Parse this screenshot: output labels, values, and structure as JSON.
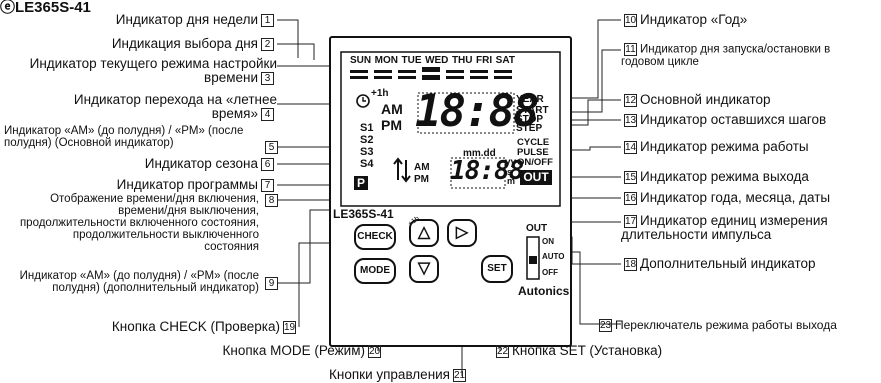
{
  "heading": "ⓔLE365S-41",
  "device": {
    "days": [
      "SUN",
      "MON",
      "TUE",
      "WED",
      "THU",
      "FRI",
      "SAT"
    ],
    "model": "LE365S-41",
    "main_digits": "18:88",
    "sub_digits": "18:88",
    "mmdd": "mm.dd",
    "plus1h": "+1h",
    "am": "AM",
    "pm": "PM",
    "seasons": [
      "S1",
      "S2",
      "S3",
      "S4"
    ],
    "year": "YEAR",
    "start": "START",
    "stop": "STOP",
    "step": "STEP",
    "cycle": "CYCLE",
    "pulse": "PULSE",
    "onoff": "ON/OFF",
    "out_badge": "OUT",
    "prog": "P",
    "yy": "yy",
    "s": "s",
    "m": "m",
    "btn_check": "CHECK",
    "btn_mode": "MODE",
    "btn_set": "SET",
    "btn_up": "△",
    "btn_right": "▷",
    "btn_down": "▽",
    "up_small": "+1h",
    "switch_title": "OUT",
    "switch_on": "ON",
    "switch_auto": "AUTO",
    "switch_off": "OFF",
    "brand": "Autonics"
  },
  "labels_left": [
    {
      "n": "1",
      "text": "Индикатор дня недели"
    },
    {
      "n": "2",
      "text": "Индикация выбора дня"
    },
    {
      "n": "3",
      "text": "Индикатор текущего режима настройки времени"
    },
    {
      "n": "4",
      "text": "Индикатор перехода на «летнее время»"
    },
    {
      "n": "5",
      "text": "Индикатор «AM» (до полудня) / «PM» (после полудня) (Основной индикатор)"
    },
    {
      "n": "6",
      "text": "Индикатор сезона"
    },
    {
      "n": "7",
      "text": "Индикатор программы"
    },
    {
      "n": "8",
      "text": "Отображение времени/дня включения, времени/дня выключения, продолжительности включенного состояния, продолжительности выключенного состояния"
    },
    {
      "n": "9",
      "text": "Индикатор «AM» (до полудня) / «PM» (после полудня) (дополнительный индикатор)"
    }
  ],
  "labels_right": [
    {
      "n": "10",
      "text": "Индикатор «Год»"
    },
    {
      "n": "11",
      "text": "Индикатор дня запуска/остановки в годовом цикле"
    },
    {
      "n": "12",
      "text": "Основной индикатор"
    },
    {
      "n": "13",
      "text": "Индикатор оставшихся шагов"
    },
    {
      "n": "14",
      "text": "Индикатор режима работы"
    },
    {
      "n": "15",
      "text": "Индикатор режима выхода"
    },
    {
      "n": "16",
      "text": "Индикатор года, месяца, даты"
    },
    {
      "n": "17",
      "text": "Индикатор единиц измерения длительности импульса"
    },
    {
      "n": "18",
      "text": "Дополнительный индикатор"
    }
  ],
  "labels_bottom": [
    {
      "n": "19",
      "text": "Кнопка CHECK (Проверка)"
    },
    {
      "n": "20",
      "text": "Кнопка MODE (Режим)"
    },
    {
      "n": "21",
      "text": "Кнопки управления"
    },
    {
      "n": "22",
      "text": "Кнопка SET (Установка)"
    },
    {
      "n": "23",
      "text": "Переключатель режима работы выхода"
    }
  ]
}
